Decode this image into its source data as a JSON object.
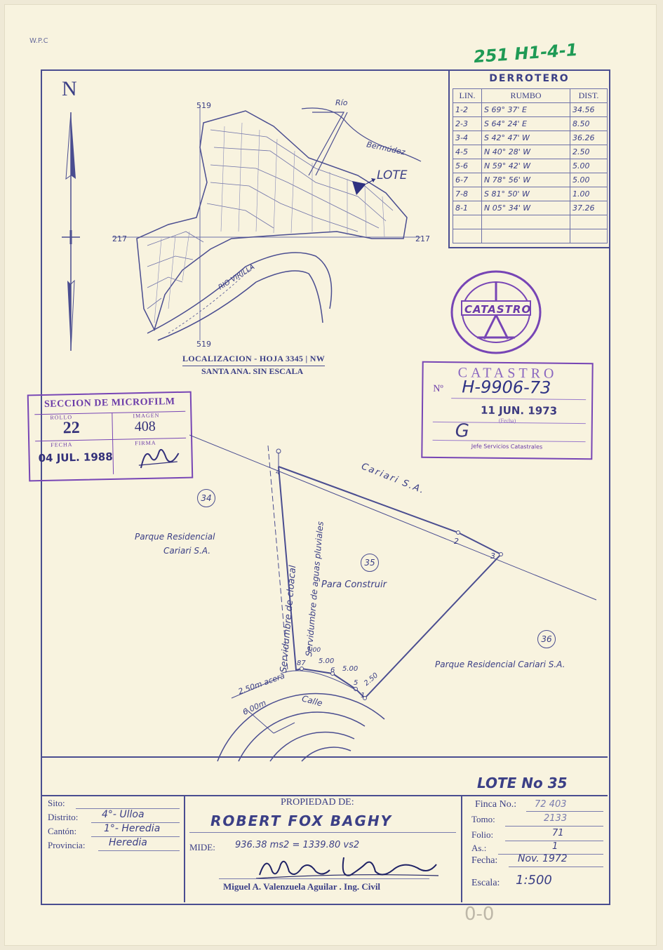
{
  "header": {
    "corner_code": "W.P.C",
    "file_number": "251 H1-4-1",
    "north_label": "N"
  },
  "derrotero": {
    "title": "DERROTERO",
    "headers": [
      "LIN.",
      "RUMBO",
      "DIST."
    ],
    "rows": [
      [
        "1-2",
        "S 69°  37' E",
        "34.56"
      ],
      [
        "2-3",
        "S 64°  24' E",
        "8.50"
      ],
      [
        "3-4",
        "S 42°  47' W",
        "36.26"
      ],
      [
        "4-5",
        "N 40°  28' W",
        "2.50"
      ],
      [
        "5-6",
        "N 59°  42' W",
        "5.00"
      ],
      [
        "6-7",
        "N 78°  56' W",
        "5.00"
      ],
      [
        "7-8",
        "S 81°  50' W",
        "1.00"
      ],
      [
        "8-1",
        "N 05°  34' W",
        "37.26"
      ]
    ]
  },
  "location_map": {
    "label_lote": "LOTE",
    "label_rio_top": "Río",
    "label_bermudez": "Bermúdez",
    "label_rio_virilla": "RIO VIRILLA",
    "coord_top": "519",
    "coord_bottom": "519",
    "coord_left": "217",
    "coord_right": "217",
    "caption_line1": "LOCALIZACION - HOJA 3345 | NW",
    "caption_line2": "SANTA ANA. SIN ESCALA"
  },
  "stamp_microfilm": {
    "title": "SECCION DE MICROFILM",
    "rollo_label": "ROLLO",
    "rollo_value": "22",
    "imagen_label": "IMAGEN",
    "imagen_value": "408",
    "fecha_label": "FECHA",
    "fecha_value": "04 JUL. 1988",
    "firma_label": "FIRMA"
  },
  "stamp_seal": {
    "center_text": "CATASTRO"
  },
  "stamp_catastro": {
    "title": "CATASTRO",
    "no_label": "Nº",
    "number": "H-9906-73",
    "date": "11 JUN. 1973",
    "fecha_label": "(Fecha)",
    "signature_mark": "G",
    "footer": "Jefe Servicios Catastrales"
  },
  "plan": {
    "label_cariari": "Cariari S.A.",
    "label_parque_left_1": "Parque Residencial",
    "label_parque_left_2": "Cariari S.A.",
    "label_parque_right": "Parque Residencial Cariari S.A.",
    "label_para_construir": "Para Construir",
    "lot_34": "34",
    "lot_35": "35",
    "lot_36": "36",
    "servidumbre_cloacal": "Servidumbre de cloacal",
    "servidumbre_pluviales": "Servidumbre de aguas pluviales",
    "dim_acera": "2.50m acera",
    "dim_calle_width": "6.00m",
    "label_calle": "Calle",
    "dim_100": "1.00",
    "dim_500a": "5.00",
    "dim_500b": "5.00",
    "dim_250": "2.50",
    "vertex_1": "1",
    "vertex_2": "2",
    "vertex_3": "3",
    "vertex_4": "4",
    "vertex_5": "5",
    "vertex_6": "6",
    "vertex_87": "87"
  },
  "title_block": {
    "lote_title": "LOTE No 35",
    "sito_label": "Sito:",
    "distrito_label": "Distrito:",
    "distrito_value": "4°- Ulloa",
    "canton_label": "Cantón:",
    "canton_value": "1°- Heredia",
    "provincia_label": "Provincia:",
    "provincia_value": "Heredia",
    "propiedad_label": "PROPIEDAD DE:",
    "owner": "ROBERT FOX BAGHY",
    "mide_label": "MIDE:",
    "mide_value": "936.38 ms2  =  1339.80 vs2",
    "engineer": "Miguel A. Valenzuela Aguilar . Ing. Civil",
    "finca_label": "Finca No.:",
    "finca_value": "72 403",
    "tomo_label": "Tomo:",
    "tomo_value": "2133",
    "folio_label": "Folio:",
    "folio_value": "71",
    "as_label": "As.:",
    "as_value": "1",
    "fecha_label": "Fecha:",
    "fecha_value": "Nov. 1972",
    "escala_label": "Escala:",
    "escala_value": "1:500"
  },
  "footer": {
    "pencil_note": "0-0"
  }
}
